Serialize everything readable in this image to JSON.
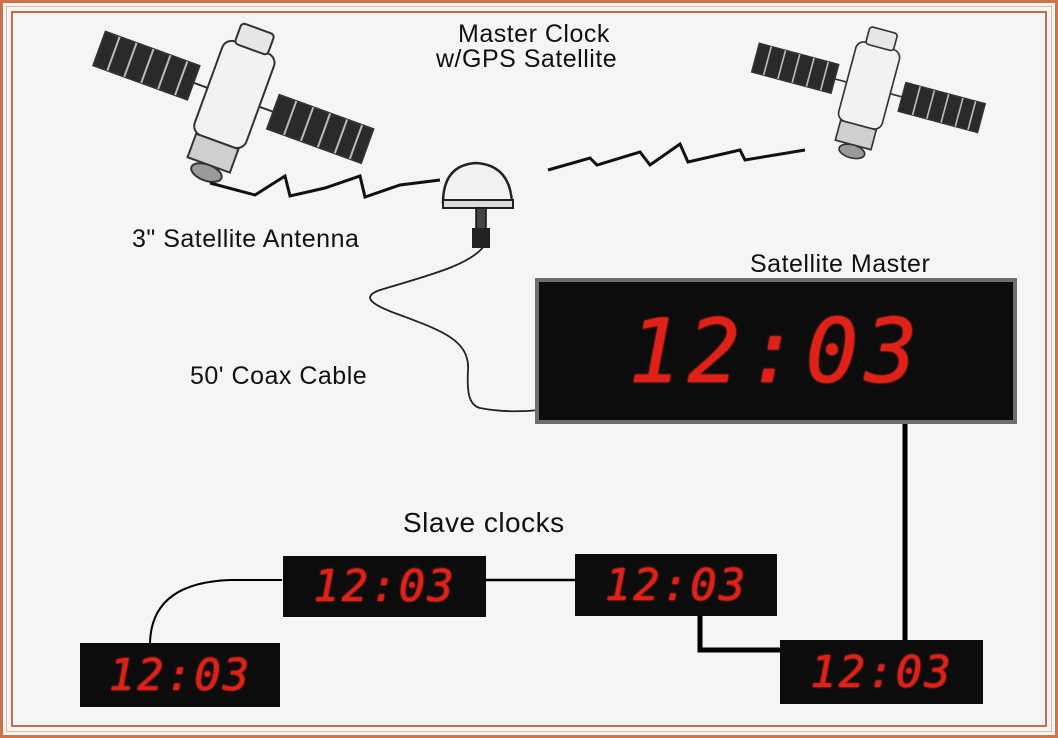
{
  "labels": {
    "master_clock_line1": "Master Clock",
    "master_clock_line2": "w/GPS Satellite",
    "antenna": "3\" Satellite Antenna",
    "satellite_master": "Satellite Master",
    "coax_cable": "50' Coax Cable",
    "slave_clocks": "Slave clocks"
  },
  "clocks": {
    "master": "12:03",
    "slave_1": "12:03",
    "slave_2": "12:03",
    "slave_3": "12:03",
    "slave_4": "12:03"
  },
  "colors": {
    "frame": "#c9744a",
    "display_background": "#0c0c0c",
    "digits": "#e12118"
  }
}
